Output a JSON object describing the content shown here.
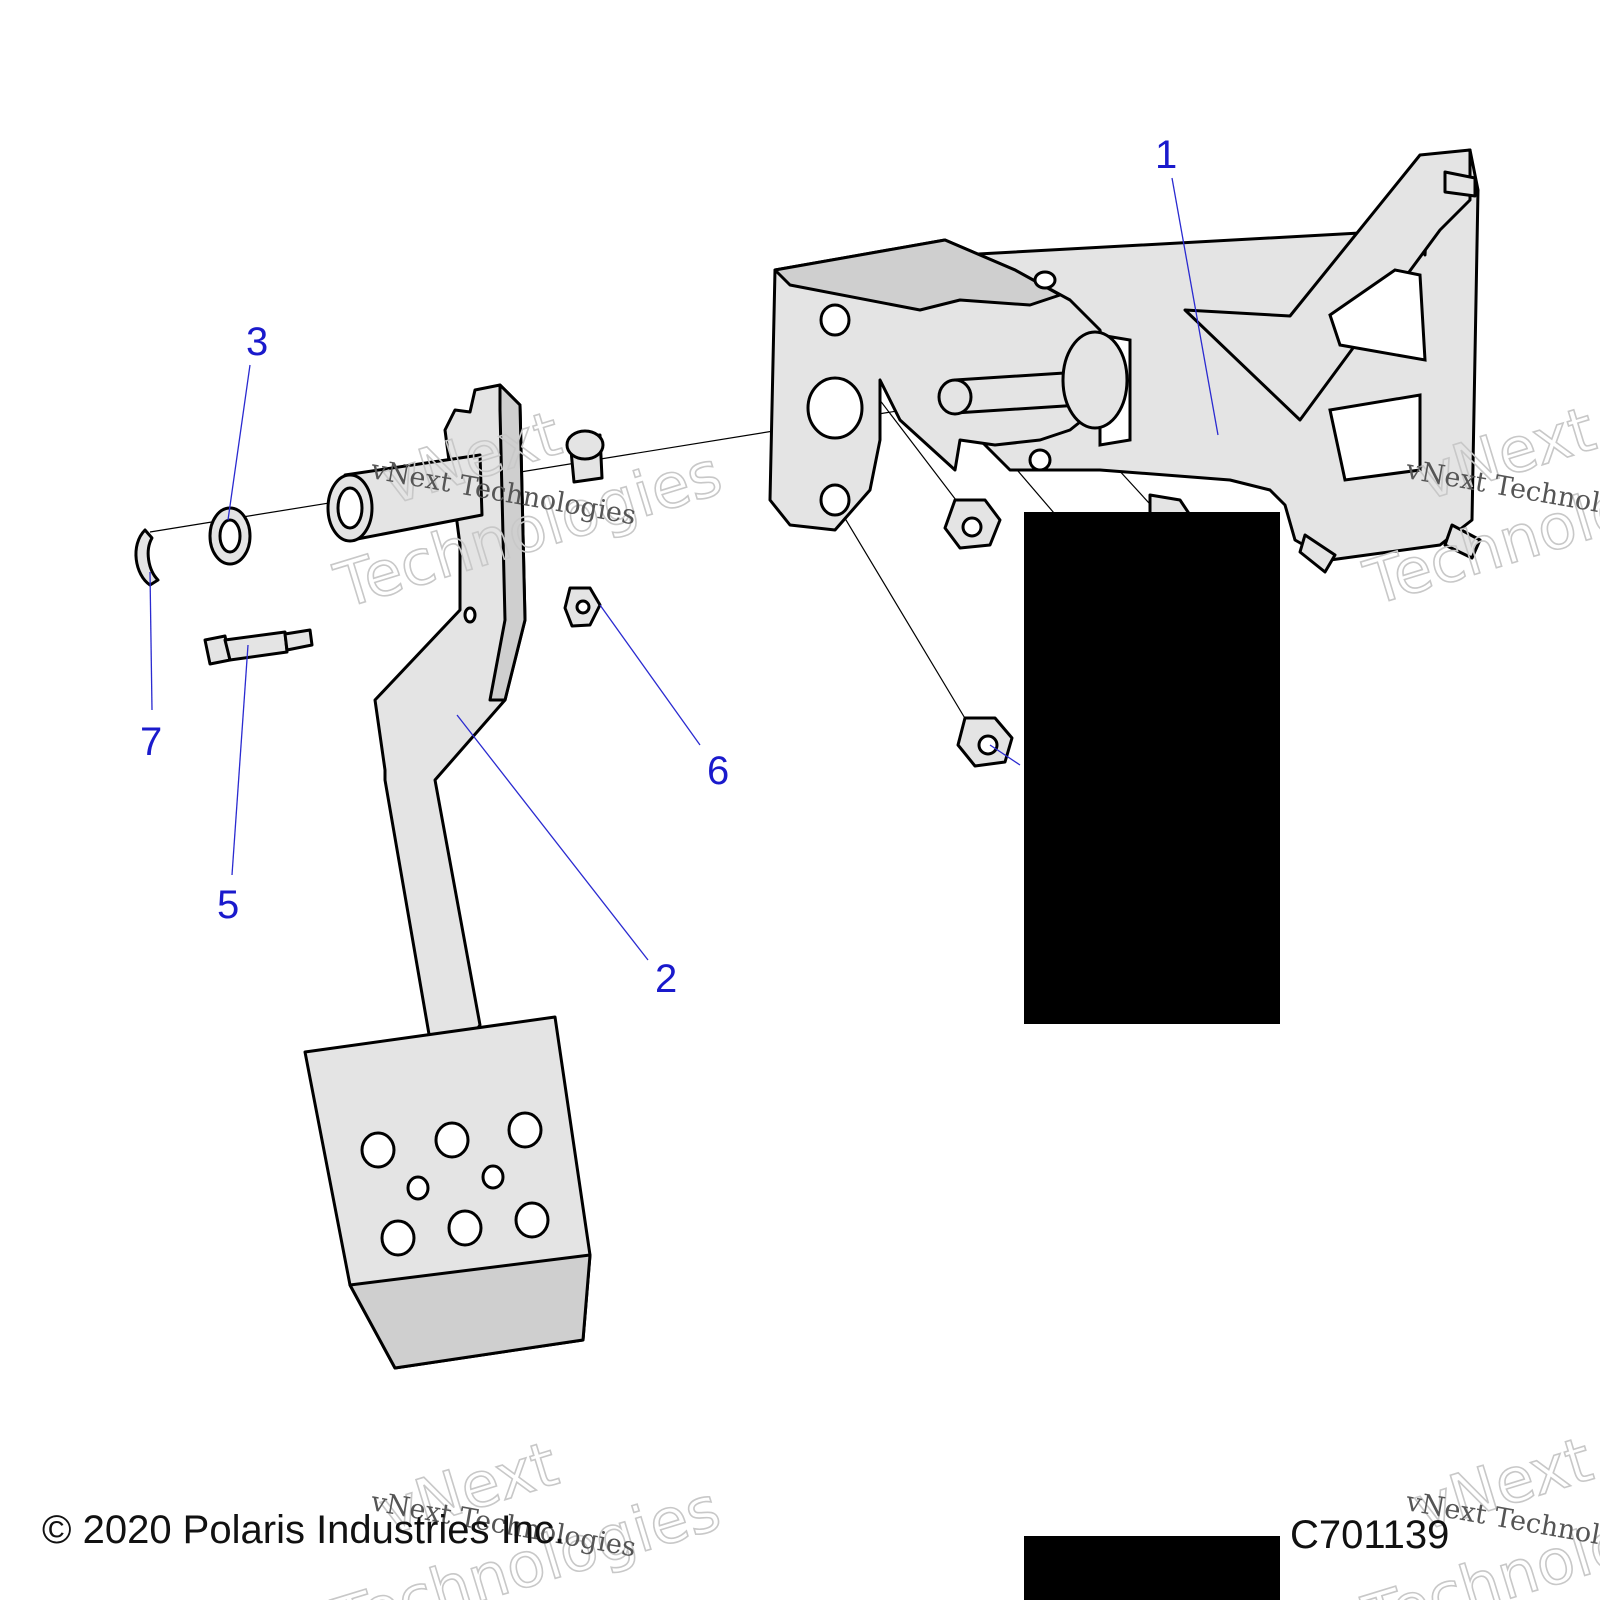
{
  "callouts": [
    {
      "id": "1",
      "label": "1"
    },
    {
      "id": "2",
      "label": "2"
    },
    {
      "id": "3",
      "label": "3"
    },
    {
      "id": "5",
      "label": "5"
    },
    {
      "id": "6",
      "label": "6"
    },
    {
      "id": "7",
      "label": "7"
    }
  ],
  "watermark": {
    "line1": "vNext",
    "line2": "Technologies",
    "caption": "vNext Technologies"
  },
  "footer": {
    "copyright": "© 2020 Polaris Industries Inc.",
    "figure_id": "C701139"
  },
  "colors": {
    "callout": "#1a1acc",
    "part_fill": "#e4e4e4",
    "redaction": "#000000"
  }
}
